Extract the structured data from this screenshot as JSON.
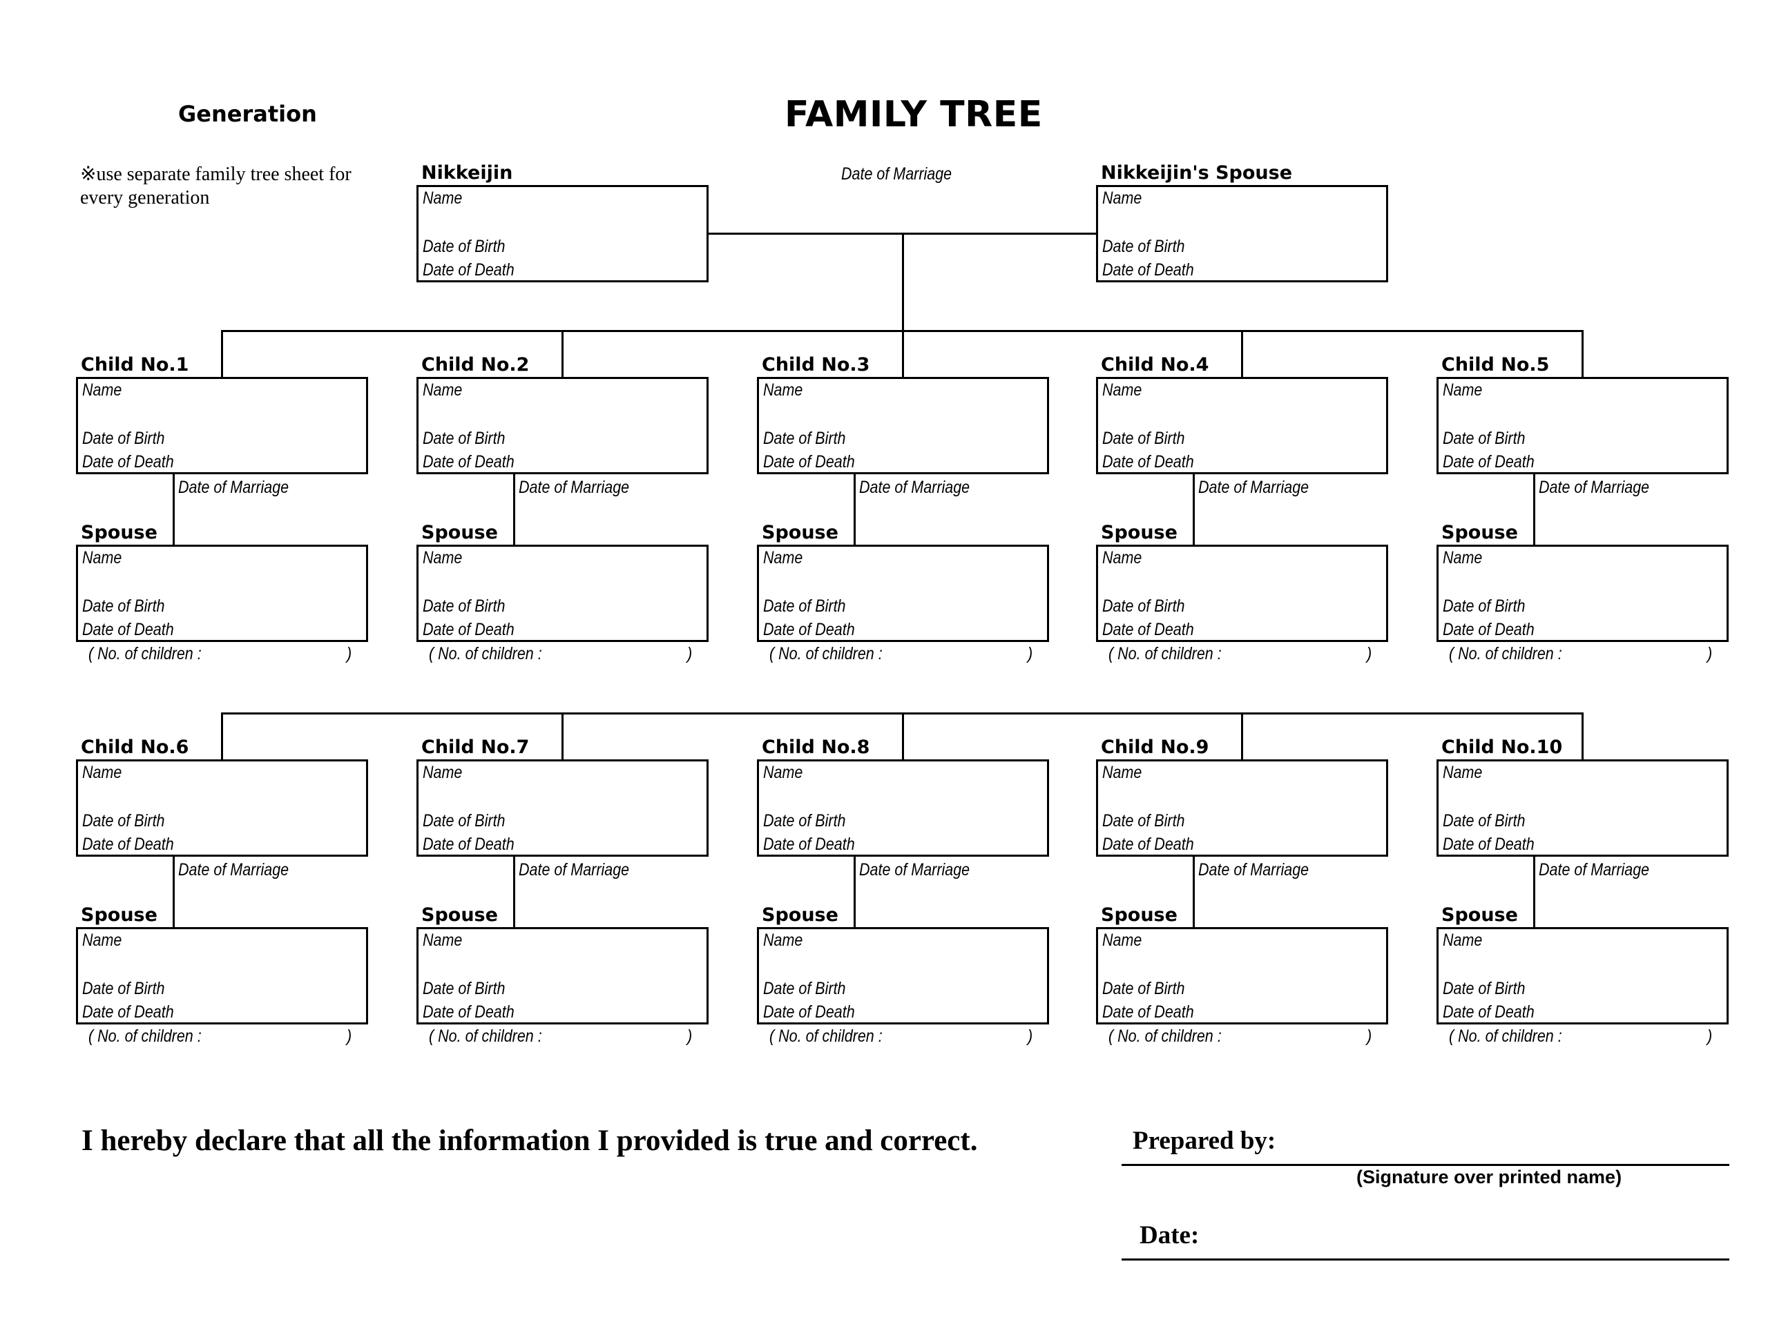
{
  "title": "FAMILY TREE",
  "generation_label": "Generation",
  "note": "※use separate family tree sheet for every generation",
  "field_labels": {
    "name": "Name",
    "birth": "Date of Birth",
    "death": "Date of Death",
    "marriage": "Date of Marriage",
    "children_open": "( No. of children :",
    "children_close": ")"
  },
  "top": {
    "nikkeijin_label": "Nikkeijin",
    "spouse_label": "Nikkeijin's Spouse",
    "marriage_label": "Date of Marriage"
  },
  "spouse_label": "Spouse",
  "children": [
    "Child No.1",
    "Child No.2",
    "Child No.3",
    "Child No.4",
    "Child No.5",
    "Child No.6",
    "Child No.7",
    "Child No.8",
    "Child No.9",
    "Child No.10"
  ],
  "declaration": "I hereby declare that all the information I provided is true and correct.",
  "prepared_by_label": "Prepared by:",
  "signature_caption": "(Signature over printed name)",
  "date_label": "Date:"
}
